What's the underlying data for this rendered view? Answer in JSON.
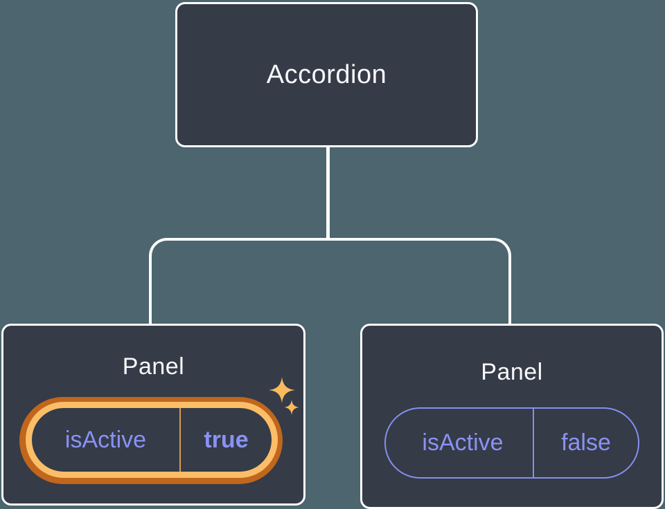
{
  "diagram": {
    "root": {
      "label": "Accordion"
    },
    "panels": [
      {
        "title": "Panel",
        "state_key": "isActive",
        "state_value": "true",
        "highlighted": true
      },
      {
        "title": "Panel",
        "state_key": "isActive",
        "state_value": "false",
        "highlighted": false
      }
    ]
  },
  "colors": {
    "background": "#4c656e",
    "node_fill": "#353b47",
    "node_border": "#fcfdfe",
    "connector": "#fcfdfe",
    "title_text": "#f7f8fa",
    "state_text": "#8a92f5",
    "pill_border_inactive": "#868ff2",
    "highlight_ring_outer": "#c0661d",
    "highlight_ring_inner": "#fbbd68",
    "highlight_divider": "#d89c50",
    "sparkle": "#f9ba5e"
  }
}
